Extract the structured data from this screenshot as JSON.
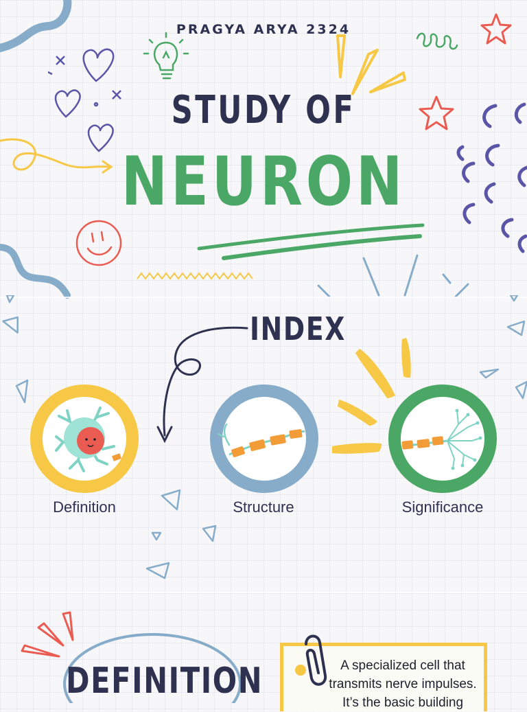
{
  "header": {
    "author": "PRAGYA ARYA 2324",
    "title_line1": "STUDY OF",
    "title_line2": "NEURON"
  },
  "index": {
    "heading": "INDEX",
    "items": [
      {
        "label": "Definition",
        "ring_color": "#f6c845"
      },
      {
        "label": "Structure",
        "ring_color": "#86acc9"
      },
      {
        "label": "Significance",
        "ring_color": "#4ba765"
      }
    ]
  },
  "definition": {
    "heading": "DEFINITION",
    "text_lines": [
      "A specialized cell that",
      "transmits nerve impulses.",
      "It’s the basic building"
    ]
  },
  "colors": {
    "navy": "#2e3150",
    "green": "#4ba765",
    "yellow": "#f6c845",
    "blue": "#86acc9",
    "red": "#ea5b52",
    "purple": "#5a55a6"
  }
}
